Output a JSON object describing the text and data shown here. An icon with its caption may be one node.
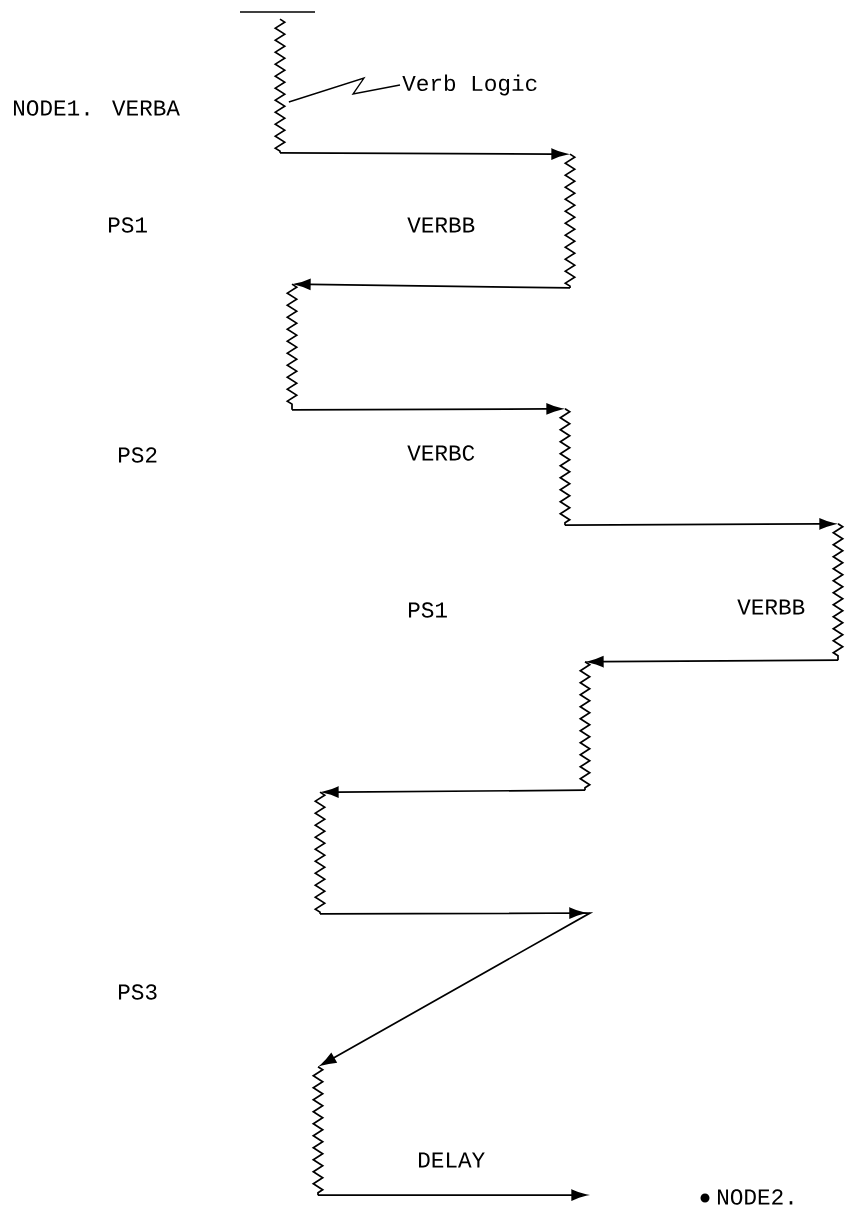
{
  "diagram": {
    "nodes": [
      {
        "text": [],
        "shape": "zigzag"
      },
      {
        "text": [],
        "shape": "zigzag"
      },
      {
        "text": [],
        "shape": "zigzag"
      },
      {
        "text": [],
        "shape": "zigzag"
      },
      {
        "text": [],
        "shape": "zigzag"
      },
      {
        "text": [],
        "shape": "zigzag"
      },
      {
        "text": [],
        "shape": "zigzag"
      },
      {
        "text": [],
        "shape": "zigzag"
      },
      {
        "text": [
          "Verb Logic"
        ]
      }
    ],
    "edges": [
      {
        "from": 0,
        "to": 1,
        "arrow": "to"
      },
      {
        "from": 1,
        "to": 2,
        "arrow": "to"
      },
      {
        "from": 2,
        "to": 3,
        "arrow": "to"
      },
      {
        "from": 3,
        "to": 4,
        "arrow": "to"
      },
      {
        "from": 4,
        "to": 5,
        "arrow": "to"
      },
      {
        "from": 5,
        "to": 6,
        "arrow": "to"
      },
      {
        "from": 6,
        "to": 7,
        "arrow": "to"
      },
      {
        "from": 7,
        "to": null,
        "arrow": "to"
      },
      {
        "from": 8,
        "to": 0,
        "arrow": "none"
      }
    ],
    "labels": [
      "NODE1. VERBA",
      "PS1",
      "VERBB",
      "PS2",
      "VERBC",
      "PS1",
      "VERBB",
      "PS3",
      "DELAY",
      "NODE2."
    ]
  }
}
